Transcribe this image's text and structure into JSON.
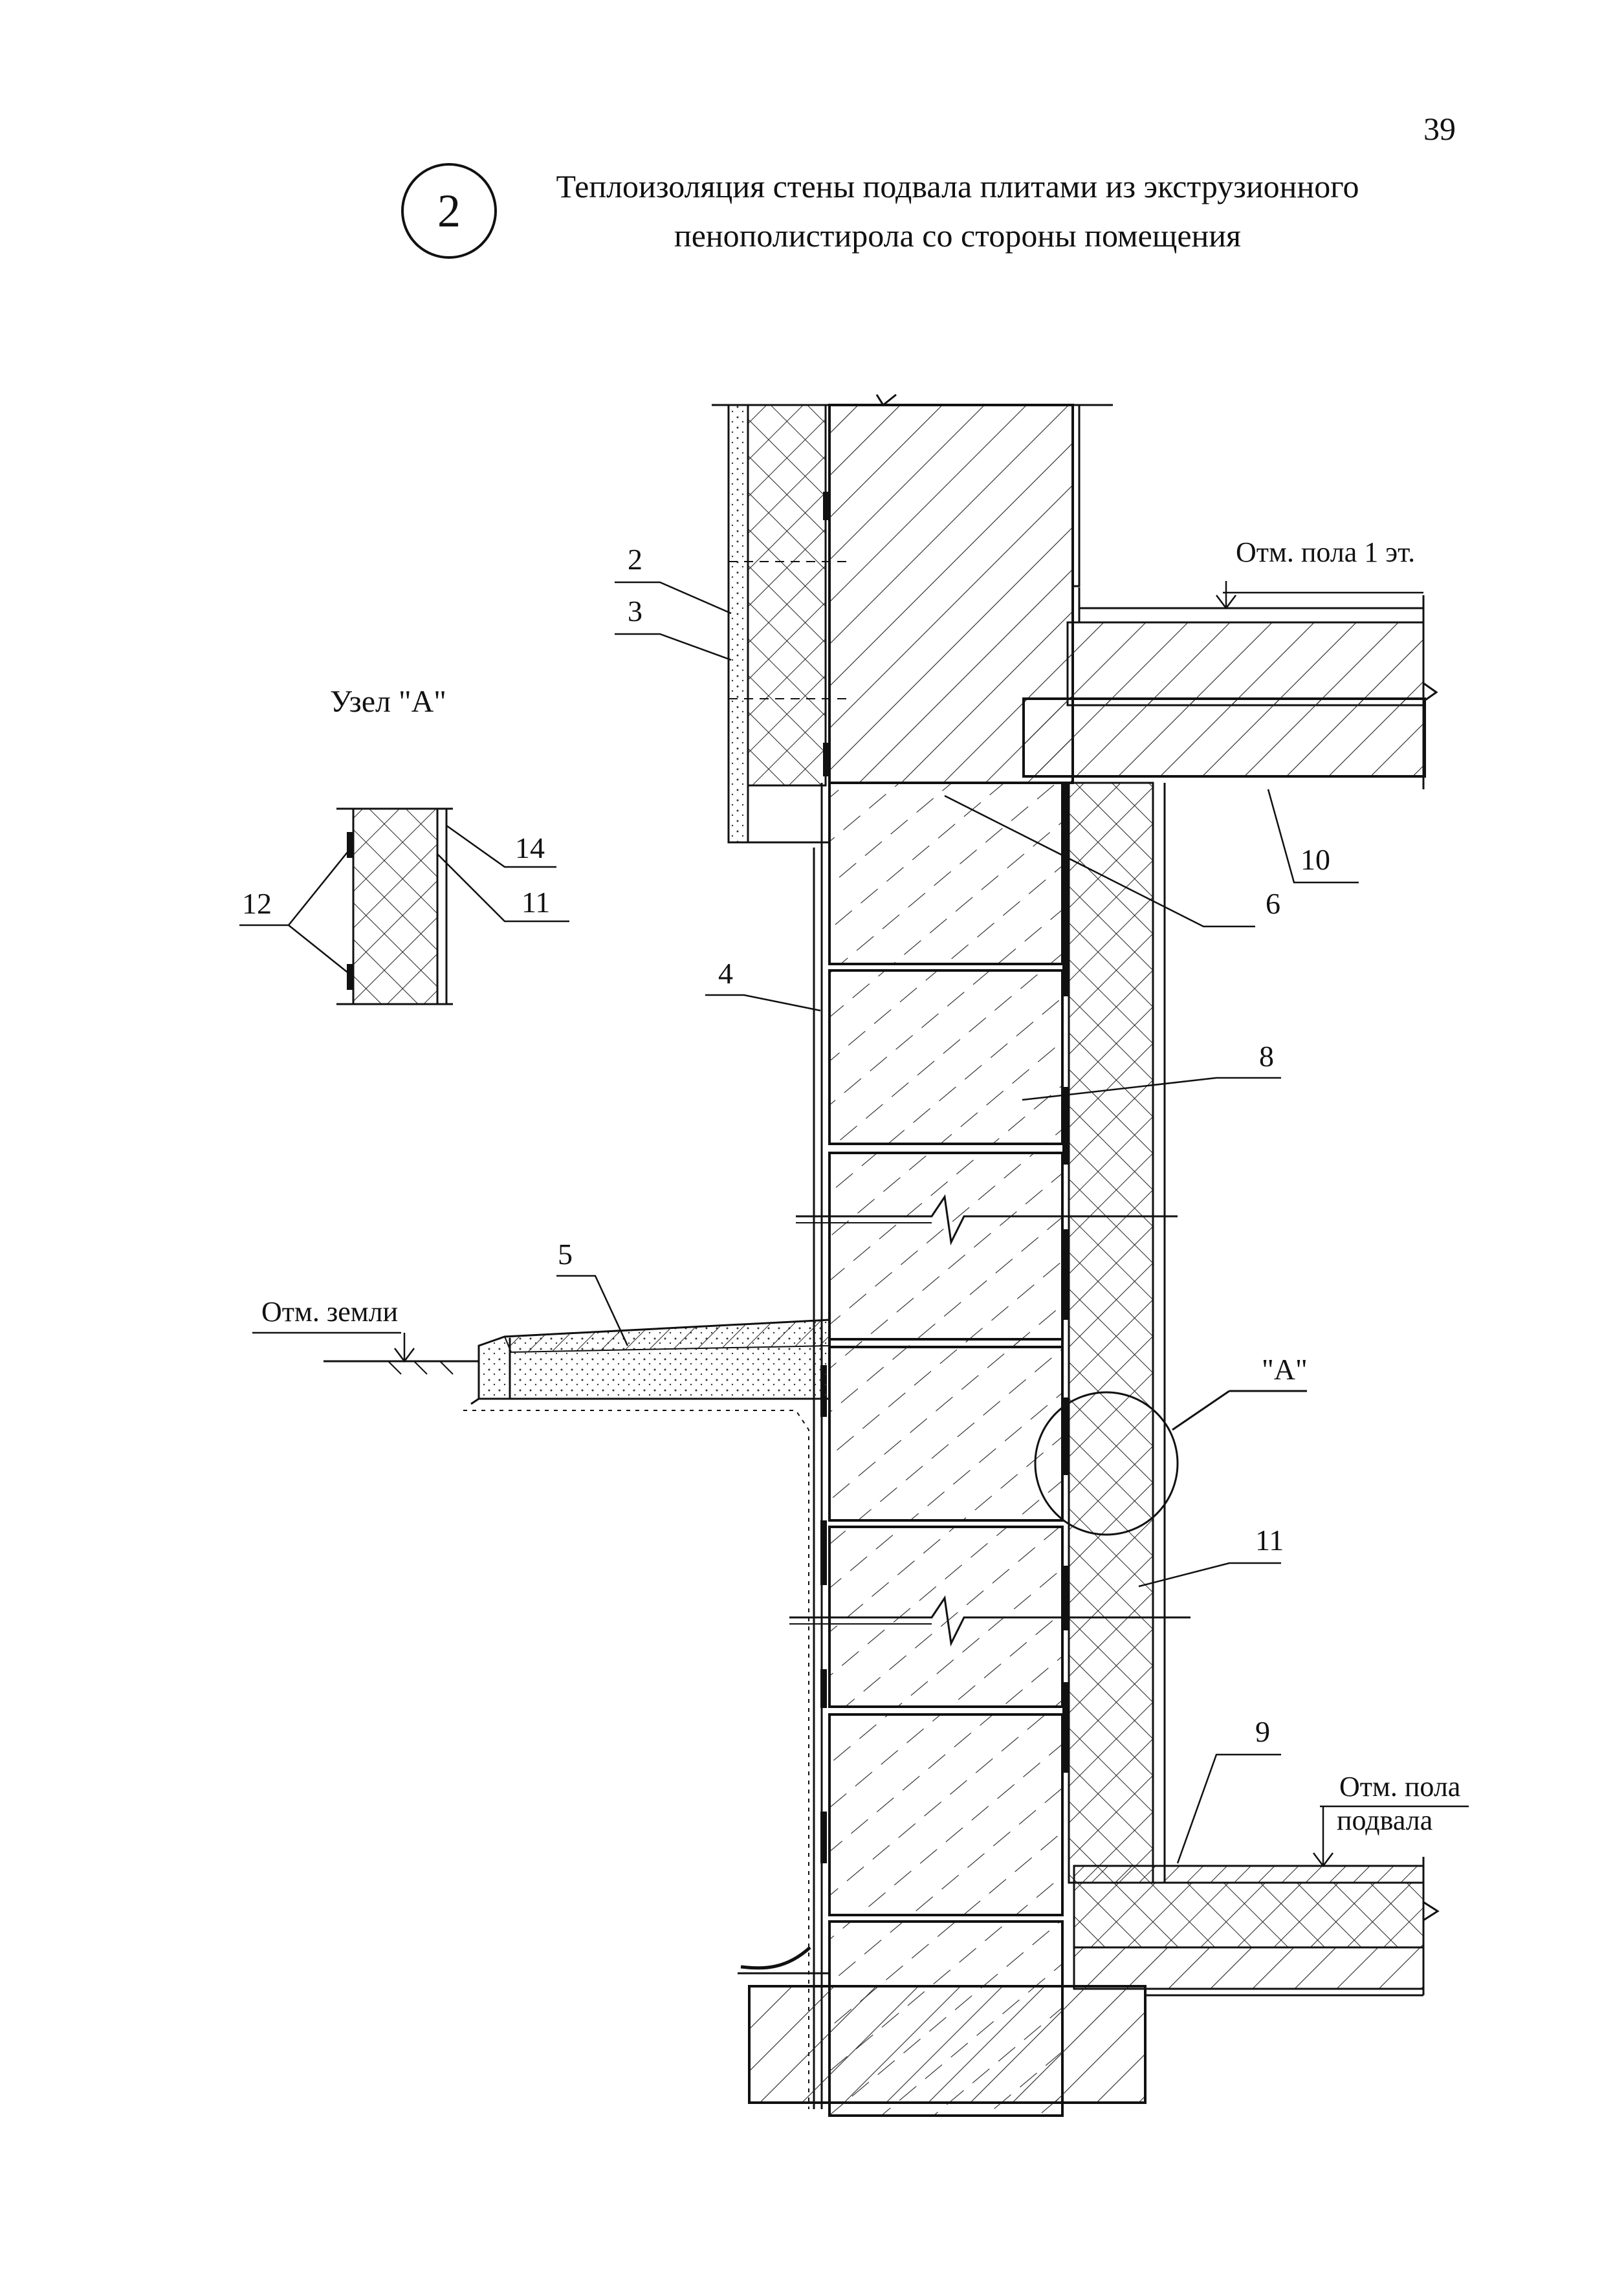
{
  "page_number": "39",
  "detail_number": "2",
  "title_line1": "Теплоизоляция стены подвала плитами из экструзионного",
  "title_line2": "пенополистирола со стороны помещения",
  "node_title": "Узел \"А\"",
  "node_marker": "\"А\"",
  "levels": {
    "floor1": "Отм. пола 1 эт.",
    "ground": "Отм. земли",
    "basement_line1": "Отм. пола",
    "basement_line2": "подвала"
  },
  "callouts": {
    "c2": "2",
    "c3": "3",
    "c4": "4",
    "c5": "5",
    "c6": "6",
    "c8": "8",
    "c9": "9",
    "c10": "10",
    "c11": "11",
    "c11_node": "11",
    "c12": "12",
    "c14": "14"
  }
}
